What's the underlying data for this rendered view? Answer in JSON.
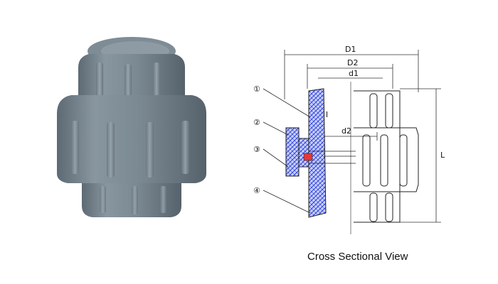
{
  "product_photo": {
    "description_icon": "pvc-union-photo",
    "body_color": "#7d8b96",
    "shadow_color": "#5a6670"
  },
  "diagram": {
    "dimension_labels": {
      "d1_outer": "D1",
      "d2_outer": "D2",
      "d1_inner": "d1",
      "d2_inner": "d2",
      "length": "L",
      "small_l": "l"
    },
    "callouts": [
      "①",
      "②",
      "③",
      "④"
    ],
    "hatch_color": "#3b4fd8",
    "seal_color": "#e23a3a"
  },
  "caption": "Cross Sectional View"
}
